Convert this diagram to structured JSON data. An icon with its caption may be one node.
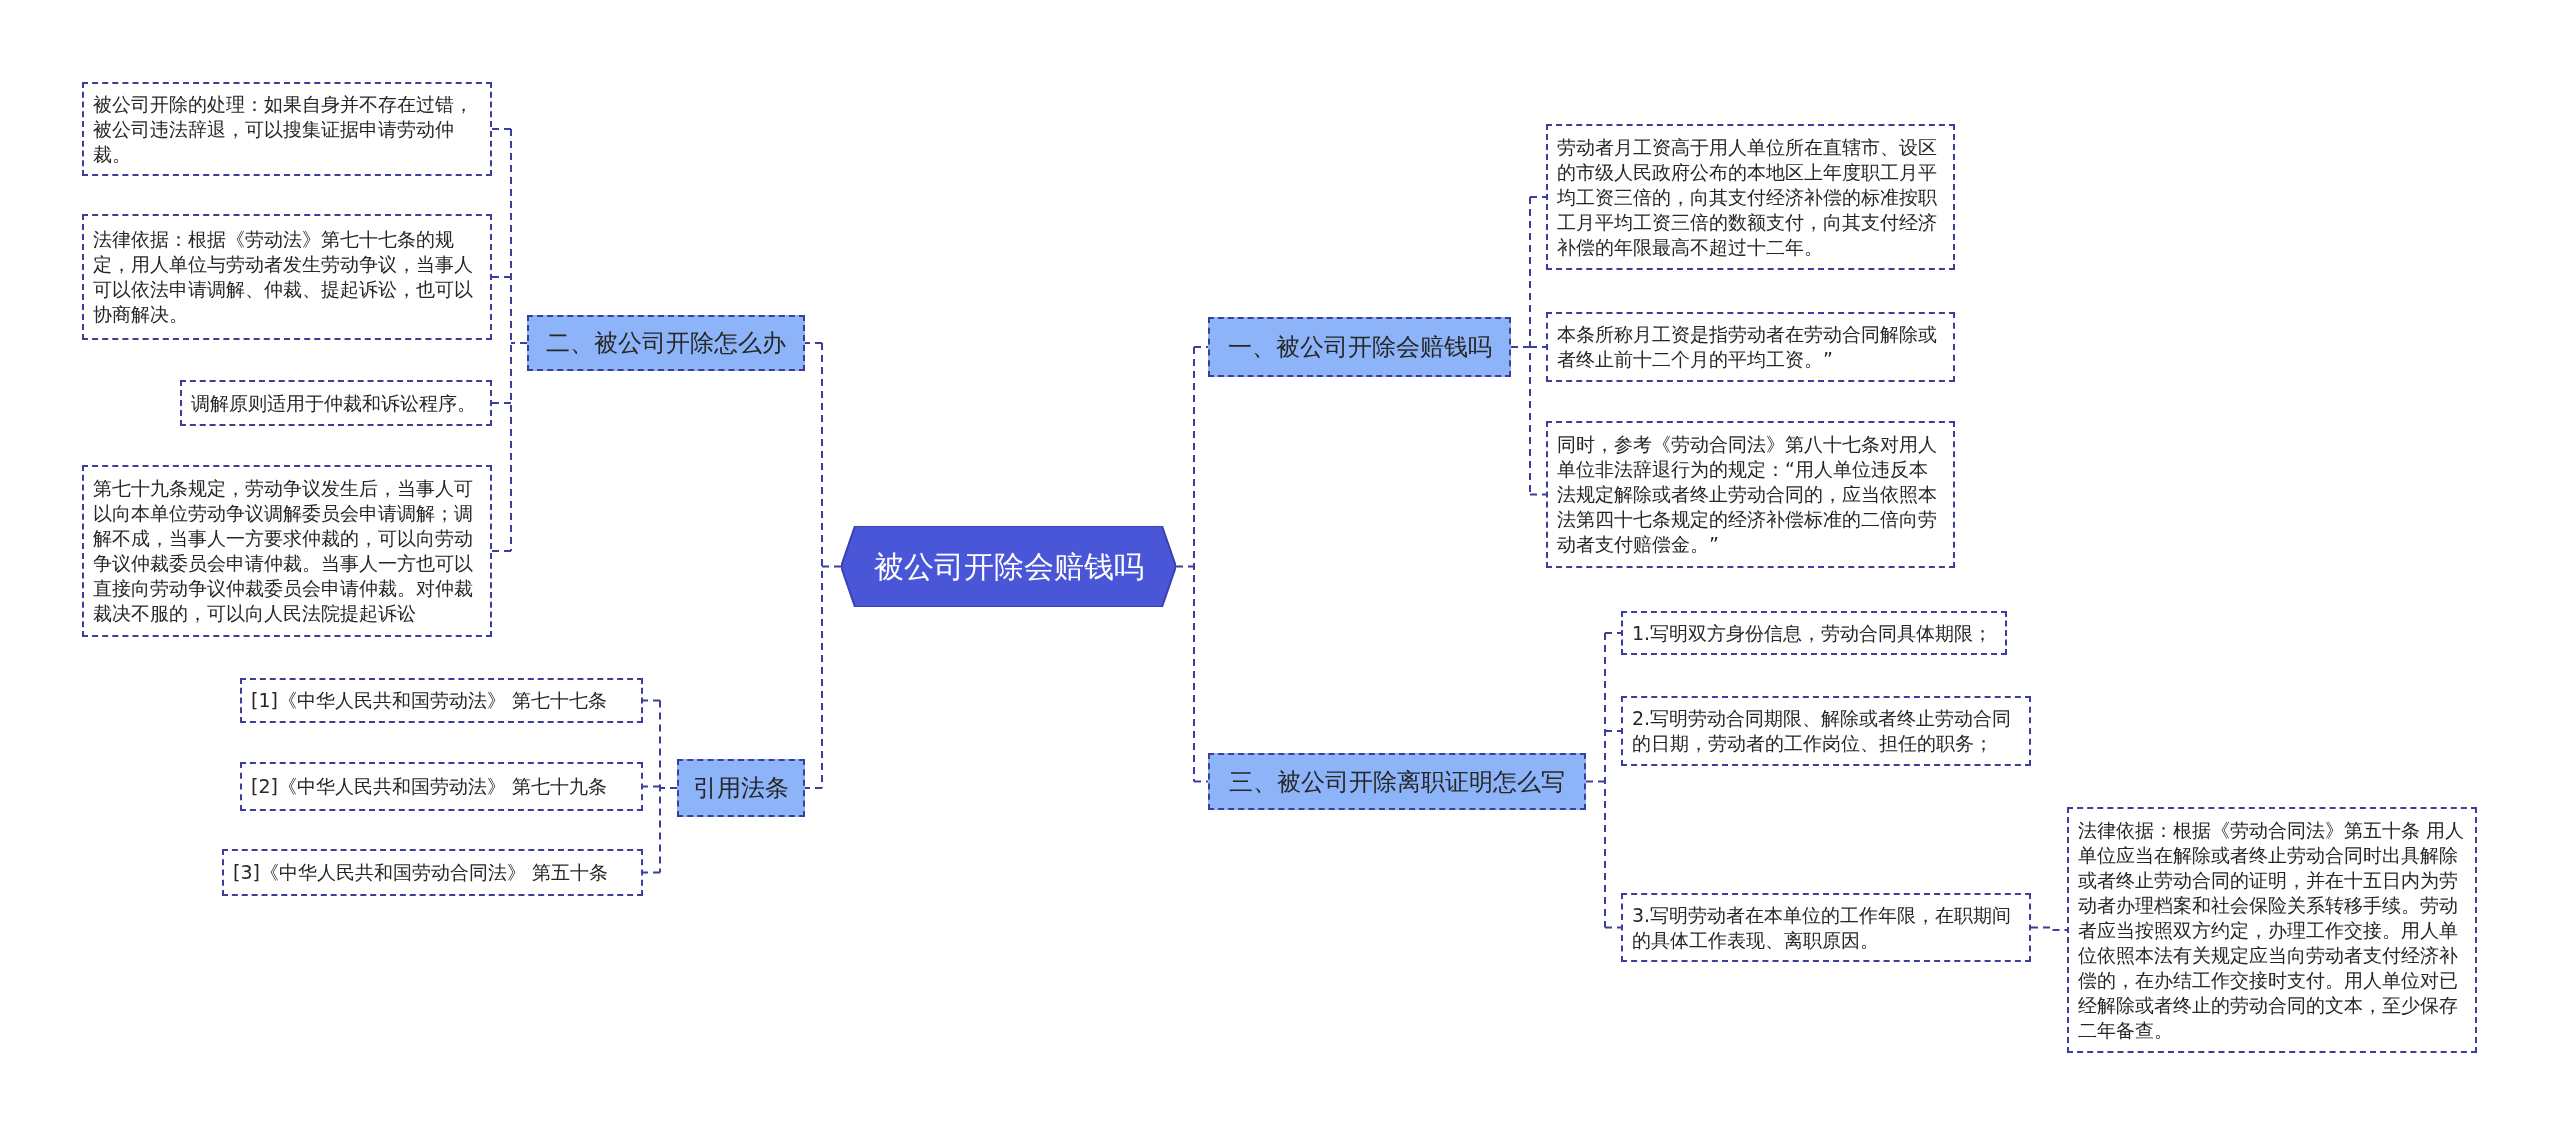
{
  "diagram": {
    "nodes": [
      {
        "text": [
          "被公司开除会赔钱吗"
        ]
      },
      {
        "text": [
          "一、被公司开除会赔钱吗"
        ]
      },
      {
        "text": [
          "劳动者月工资高于用人单位所在直辖市、设区的市级人民政府公布的本地区上年度职工月平均工资三倍的，向其支付经济补偿的标准按职工月平均工资三倍的数额支付，向其支付经济补偿的年限最高不超过十二年。"
        ]
      },
      {
        "text": [
          "本条所称月工资是指劳动者在劳动合同解除或者终止前十二个月的平均工资。”"
        ]
      },
      {
        "text": [
          "同时，参考《劳动合同法》第八十七条对用人单位非法辞退行为的规定：“用人单位违反本法规定解除或者终止劳动合同的，应当依照本法第四十七条规定的经济补偿标准的二倍向劳动者支付赔偿金。”"
        ]
      },
      {
        "text": [
          "二、被公司开除怎么办"
        ]
      },
      {
        "text": [
          "被公司开除的处理：如果自身并不存在过错，被公司违法辞退，可以搜集证据申请劳动仲裁。"
        ]
      },
      {
        "text": [
          "法律依据：根据《劳动法》第七十七条的规定，用人单位与劳动者发生劳动争议，当事人可以依法申请调解、仲裁、提起诉讼，也可以协商解决。"
        ]
      },
      {
        "text": [
          "调解原则适用于仲裁和诉讼程序。"
        ]
      },
      {
        "text": [
          "第七十九条规定，劳动争议发生后，当事人可以向本单位劳动争议调解委员会申请调解；调解不成，当事人一方要求仲裁的，可以向劳动争议仲裁委员会申请仲裁。当事人一方也可以直接向劳动争议仲裁委员会申请仲裁。对仲裁裁决不服的，可以向人民法院提起诉讼"
        ]
      },
      {
        "text": [
          "三、被公司开除离职证明怎么写"
        ]
      },
      {
        "text": [
          "1.写明双方身份信息，劳动合同具体期限；"
        ]
      },
      {
        "text": [
          "2.写明劳动合同期限、解除或者终止劳动合同的日期，劳动者的工作岗位、担任的职务；"
        ]
      },
      {
        "text": [
          "3.写明劳动者在本单位的工作年限，在职期间的具体工作表现、离职原因。"
        ]
      },
      {
        "text": [
          "法律依据：根据《劳动合同法》第五十条 用人单位应当在解除或者终止劳动合同时出具解除或者终止劳动合同的证明，并在十五日内为劳动者办理档案和社会保险关系转移手续。劳动者应当按照双方约定，办理工作交接。用人单位依照本法有关规定应当向劳动者支付经济补偿的，在办结工作交接时支付。用人单位对已经解除或者终止的劳动合同的文本，至少保存二年备查。"
        ]
      },
      {
        "text": [
          "引用法条"
        ]
      },
      {
        "text": [
          "[1]《中华人民共和国劳动法》 第七十七条"
        ]
      },
      {
        "text": [
          "[2]《中华人民共和国劳动法》 第七十九条"
        ]
      },
      {
        "text": [
          "[3]《中华人民共和国劳动合同法》 第五十条"
        ]
      }
    ],
    "edges": [
      {
        "from": 0,
        "to": 1,
        "arrow": "none",
        "style": "dashed"
      },
      {
        "from": 1,
        "to": 2,
        "arrow": "none",
        "style": "dashed"
      },
      {
        "from": 1,
        "to": 3,
        "arrow": "none",
        "style": "dashed"
      },
      {
        "from": 1,
        "to": 4,
        "arrow": "none",
        "style": "dashed"
      },
      {
        "from": 0,
        "to": 5,
        "arrow": "none",
        "style": "dashed"
      },
      {
        "from": 5,
        "to": 6,
        "arrow": "none",
        "style": "dashed"
      },
      {
        "from": 5,
        "to": 7,
        "arrow": "none",
        "style": "dashed"
      },
      {
        "from": 5,
        "to": 8,
        "arrow": "none",
        "style": "dashed"
      },
      {
        "from": 5,
        "to": 9,
        "arrow": "none",
        "style": "dashed"
      },
      {
        "from": 0,
        "to": 10,
        "arrow": "none",
        "style": "dashed"
      },
      {
        "from": 10,
        "to": 11,
        "arrow": "none",
        "style": "dashed"
      },
      {
        "from": 10,
        "to": 12,
        "arrow": "none",
        "style": "dashed"
      },
      {
        "from": 10,
        "to": 13,
        "arrow": "none",
        "style": "dashed"
      },
      {
        "from": 13,
        "to": 14,
        "arrow": "none",
        "style": "dashed"
      },
      {
        "from": 0,
        "to": 15,
        "arrow": "none",
        "style": "dashed"
      },
      {
        "from": 15,
        "to": 16,
        "arrow": "none",
        "style": "dashed"
      },
      {
        "from": 15,
        "to": 17,
        "arrow": "none",
        "style": "dashed"
      },
      {
        "from": 15,
        "to": 18,
        "arrow": "none",
        "style": "dashed"
      }
    ]
  }
}
